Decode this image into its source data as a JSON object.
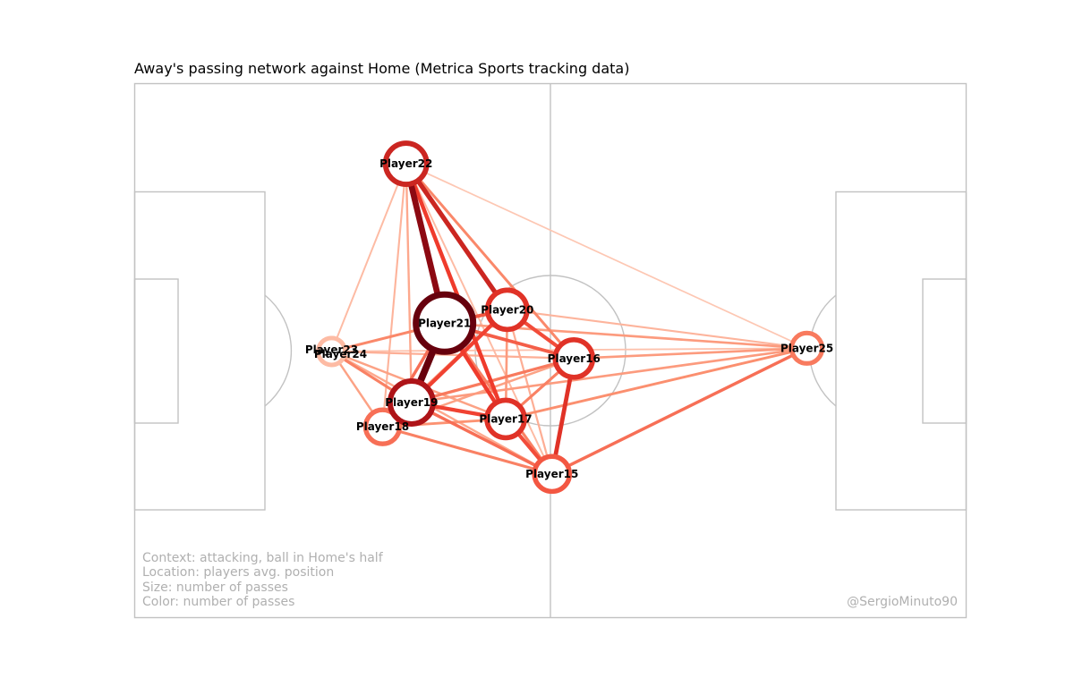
{
  "chart_data": {
    "type": "network",
    "title": "Away's passing network against Home (Metrica Sports tracking data)",
    "notes": [
      "Context: attacking, ball in Home's half",
      "Location: players avg. position",
      "Size: number of passes",
      "Color: number of passes"
    ],
    "credit": "@SergioMinuto90",
    "pitch": {
      "length": 106,
      "width": 68,
      "line_color": "#c2c2c2"
    },
    "color_scale": [
      "#fee0d2",
      "#fc9272",
      "#ef3b2c",
      "#a50f15",
      "#67000d"
    ],
    "nodes": [
      {
        "id": "Player22",
        "x": 34.6,
        "y": 57.8,
        "size": 0.55,
        "color_level": 0.62
      },
      {
        "id": "Player21",
        "x": 39.5,
        "y": 37.5,
        "size": 1.0,
        "color_level": 1.0
      },
      {
        "id": "Player20",
        "x": 47.5,
        "y": 39.2,
        "size": 0.5,
        "color_level": 0.55
      },
      {
        "id": "Player16",
        "x": 56.0,
        "y": 33.0,
        "size": 0.45,
        "color_level": 0.55
      },
      {
        "id": "Player19",
        "x": 35.3,
        "y": 27.4,
        "size": 0.6,
        "color_level": 0.72
      },
      {
        "id": "Player17",
        "x": 47.3,
        "y": 25.3,
        "size": 0.45,
        "color_level": 0.55
      },
      {
        "id": "Player18",
        "x": 31.6,
        "y": 24.3,
        "size": 0.35,
        "color_level": 0.35
      },
      {
        "id": "Player15",
        "x": 53.2,
        "y": 18.3,
        "size": 0.38,
        "color_level": 0.42
      },
      {
        "id": "Player23",
        "x": 25.1,
        "y": 33.9,
        "size": 0.15,
        "color_level": 0.12
      },
      {
        "id": "Player24",
        "x": 25.1,
        "y": 33.9,
        "size": 0.15,
        "color_level": 0.12
      },
      {
        "id": "Player25",
        "x": 85.7,
        "y": 34.3,
        "size": 0.25,
        "color_level": 0.32
      }
    ],
    "edges": [
      {
        "source": "Player22",
        "target": "Player21",
        "level": 0.85
      },
      {
        "source": "Player22",
        "target": "Player20",
        "level": 0.62
      },
      {
        "source": "Player22",
        "target": "Player17",
        "level": 0.5
      },
      {
        "source": "Player22",
        "target": "Player16",
        "level": 0.28
      },
      {
        "source": "Player22",
        "target": "Player19",
        "level": 0.18
      },
      {
        "source": "Player22",
        "target": "Player18",
        "level": 0.14
      },
      {
        "source": "Player22",
        "target": "Player23",
        "level": 0.12
      },
      {
        "source": "Player22",
        "target": "Player15",
        "level": 0.12
      },
      {
        "source": "Player22",
        "target": "Player25",
        "level": 0.08
      },
      {
        "source": "Player21",
        "target": "Player19",
        "level": 1.0
      },
      {
        "source": "Player21",
        "target": "Player20",
        "level": 0.42
      },
      {
        "source": "Player21",
        "target": "Player16",
        "level": 0.4
      },
      {
        "source": "Player21",
        "target": "Player17",
        "level": 0.5
      },
      {
        "source": "Player21",
        "target": "Player18",
        "level": 0.35
      },
      {
        "source": "Player21",
        "target": "Player23",
        "level": 0.28
      },
      {
        "source": "Player21",
        "target": "Player15",
        "level": 0.3
      },
      {
        "source": "Player21",
        "target": "Player25",
        "level": 0.22
      },
      {
        "source": "Player20",
        "target": "Player19",
        "level": 0.48
      },
      {
        "source": "Player20",
        "target": "Player16",
        "level": 0.45
      },
      {
        "source": "Player20",
        "target": "Player17",
        "level": 0.22
      },
      {
        "source": "Player20",
        "target": "Player15",
        "level": 0.16
      },
      {
        "source": "Player20",
        "target": "Player25",
        "level": 0.14
      },
      {
        "source": "Player20",
        "target": "Player18",
        "level": 0.2
      },
      {
        "source": "Player16",
        "target": "Player15",
        "level": 0.55
      },
      {
        "source": "Player16",
        "target": "Player19",
        "level": 0.32
      },
      {
        "source": "Player16",
        "target": "Player17",
        "level": 0.3
      },
      {
        "source": "Player16",
        "target": "Player25",
        "level": 0.22
      },
      {
        "source": "Player16",
        "target": "Player18",
        "level": 0.2
      },
      {
        "source": "Player16",
        "target": "Player23",
        "level": 0.16
      },
      {
        "source": "Player19",
        "target": "Player17",
        "level": 0.48
      },
      {
        "source": "Player19",
        "target": "Player18",
        "level": 0.42
      },
      {
        "source": "Player19",
        "target": "Player15",
        "level": 0.35
      },
      {
        "source": "Player19",
        "target": "Player23",
        "level": 0.3
      },
      {
        "source": "Player19",
        "target": "Player25",
        "level": 0.22
      },
      {
        "source": "Player17",
        "target": "Player15",
        "level": 0.45
      },
      {
        "source": "Player17",
        "target": "Player18",
        "level": 0.25
      },
      {
        "source": "Player17",
        "target": "Player25",
        "level": 0.26
      },
      {
        "source": "Player17",
        "target": "Player23",
        "level": 0.2
      },
      {
        "source": "Player18",
        "target": "Player15",
        "level": 0.3
      },
      {
        "source": "Player18",
        "target": "Player23",
        "level": 0.2
      },
      {
        "source": "Player15",
        "target": "Player25",
        "level": 0.35
      },
      {
        "source": "Player15",
        "target": "Player23",
        "level": 0.18
      },
      {
        "source": "Player23",
        "target": "Player25",
        "level": 0.1
      },
      {
        "source": "Player15",
        "target": "Player21",
        "level": 0.08
      }
    ]
  }
}
